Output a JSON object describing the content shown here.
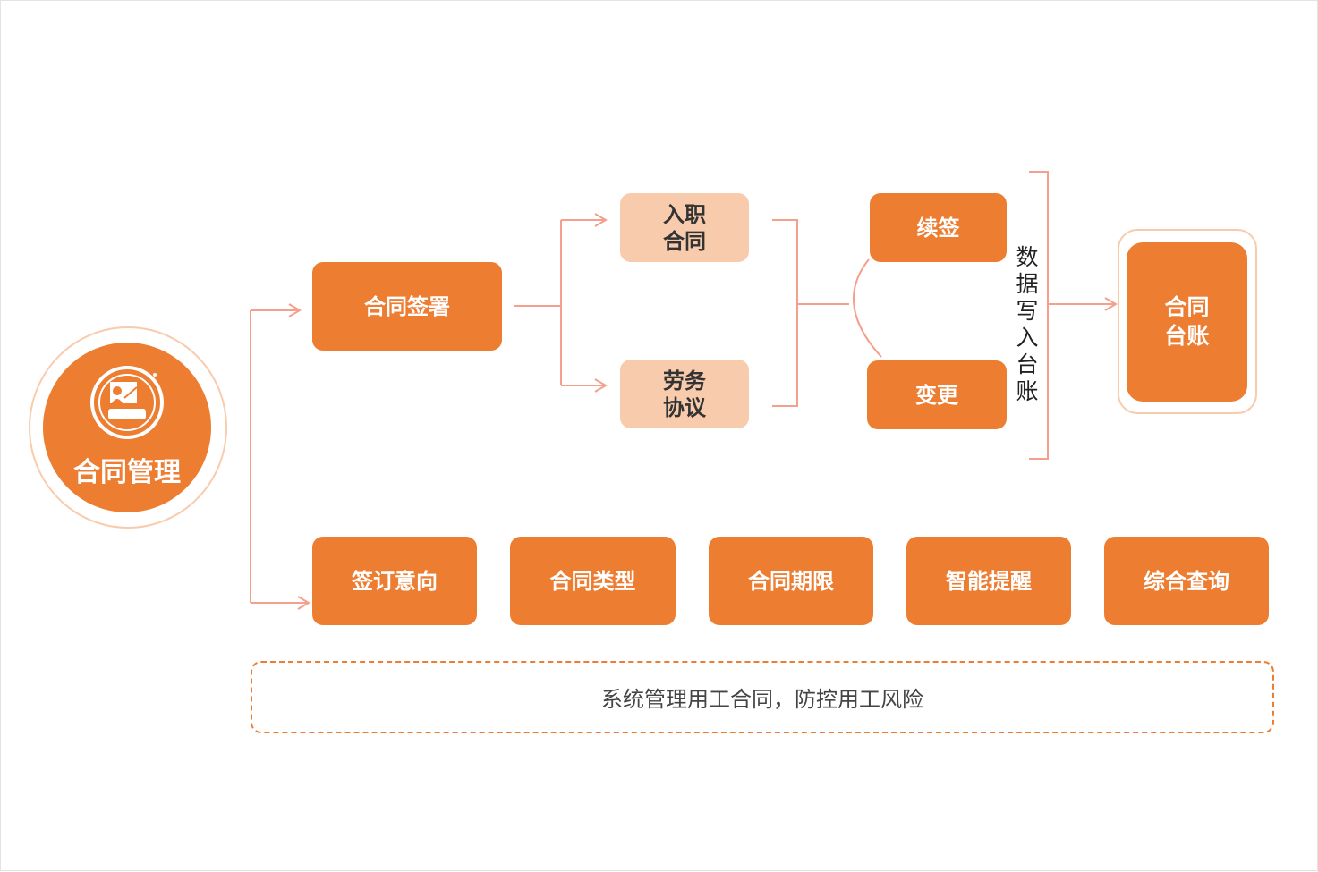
{
  "hub": {
    "label": "合同管理",
    "icon": "presenter-icon"
  },
  "signing": {
    "label": "合同签署"
  },
  "contract_types": [
    {
      "label": "入职\n合同"
    },
    {
      "label": "劳务\n协议"
    }
  ],
  "actions": [
    {
      "label": "续签"
    },
    {
      "label": "变更"
    }
  ],
  "write_ledger_label": "数据写入台账",
  "ledger": {
    "label": "合同\n台账"
  },
  "features": [
    {
      "label": "签订意向"
    },
    {
      "label": "合同类型"
    },
    {
      "label": "合同期限"
    },
    {
      "label": "智能提醒"
    },
    {
      "label": "综合查询"
    }
  ],
  "note": "系统管理用工合同，防控用工风险",
  "colors": {
    "accent": "#ed7d31",
    "light": "#f8cbad",
    "line": "#f4a08c"
  }
}
